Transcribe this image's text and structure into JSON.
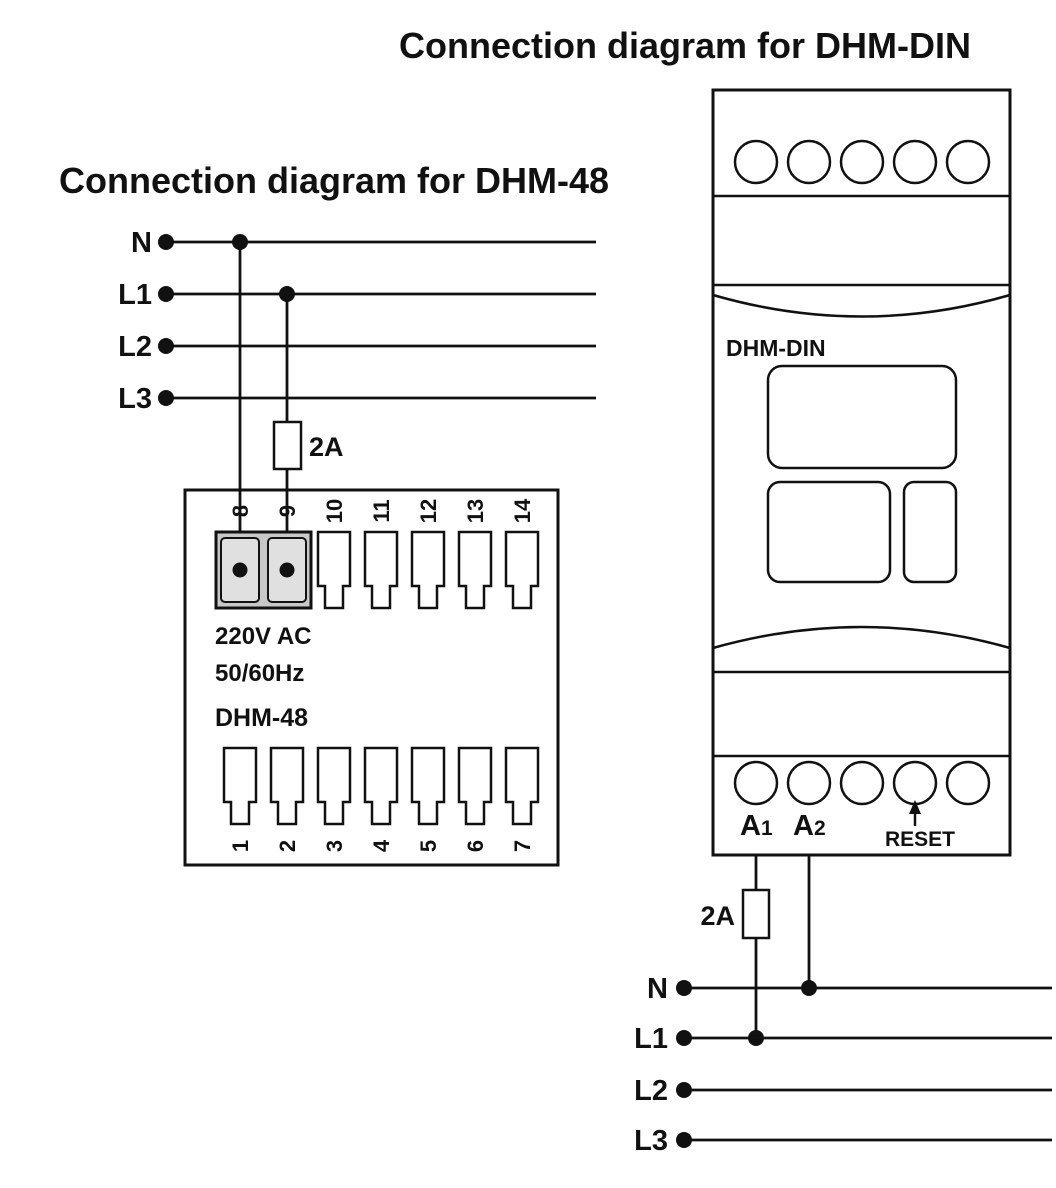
{
  "title_din": "Connection diagram for DHM-DIN",
  "title_48": "Connection diagram for DHM-48",
  "colors": {
    "line": "#111111",
    "terminal_block_fill": "#c8c8c8",
    "terminal_inner_fill": "#e0e0e0",
    "background": "#ffffff"
  },
  "left": {
    "lines": [
      "N",
      "L1",
      "L2",
      "L3"
    ],
    "fuse_label": "2A",
    "top_terminals": [
      "8",
      "9",
      "10",
      "11",
      "12",
      "13",
      "14"
    ],
    "bottom_terminals": [
      "1",
      "2",
      "3",
      "4",
      "5",
      "6",
      "7"
    ],
    "supply_voltage": "220V AC",
    "supply_frequency": "50/60Hz",
    "model": "DHM-48"
  },
  "right": {
    "model": "DHM-DIN",
    "fuse_label": "2A",
    "terminals": {
      "a1_letter": "A",
      "a1_sub": "1",
      "a2_letter": "A",
      "a2_sub": "2",
      "reset": "RESET"
    },
    "lines": [
      "N",
      "L1",
      "L2",
      "L3"
    ]
  }
}
